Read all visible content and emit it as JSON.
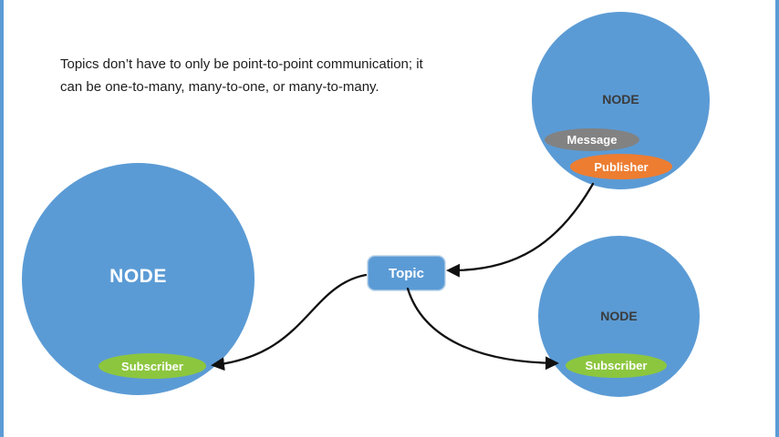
{
  "caption": {
    "line1": "Topics don’t have to only be point-to-point communication; it",
    "line2": "can be one-to-many, many-to-one, or many-to-many."
  },
  "nodes": {
    "left": {
      "label": "NODE",
      "subscriber": "Subscriber"
    },
    "top_right": {
      "label": "NODE",
      "message": "Message",
      "publisher": "Publisher"
    },
    "bottom_right": {
      "label": "NODE",
      "subscriber": "Subscriber"
    }
  },
  "topic": {
    "label": "Topic"
  },
  "colors": {
    "node_blue": "#5b9bd5",
    "topic_blue": "#5b9bd5",
    "green": "#8cc63f",
    "orange": "#ed7d31",
    "gray": "#828282",
    "arrow": "#111111"
  }
}
